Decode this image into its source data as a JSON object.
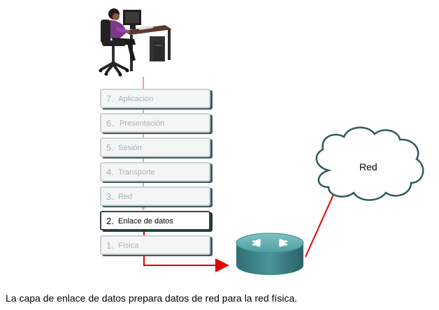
{
  "layers": [
    {
      "num": "7.",
      "label": "Aplicación"
    },
    {
      "num": "6.",
      "label": "Presentación"
    },
    {
      "num": "5.",
      "label": "Sesión"
    },
    {
      "num": "4.",
      "label": "Transporte"
    },
    {
      "num": "3.",
      "label": "Red"
    },
    {
      "num": "2.",
      "label": "Enlace de datos"
    },
    {
      "num": "1.",
      "label": "Física"
    }
  ],
  "cloud_label": "Red",
  "caption": "La capa de enlace de datos prepara datos de red para la red física.",
  "colors": {
    "arrow_red": "#e00000",
    "arrow_pink": "#f2a0a0",
    "router_teal": "#3e8a8e",
    "cloud_stroke": "#2f5a5c"
  }
}
